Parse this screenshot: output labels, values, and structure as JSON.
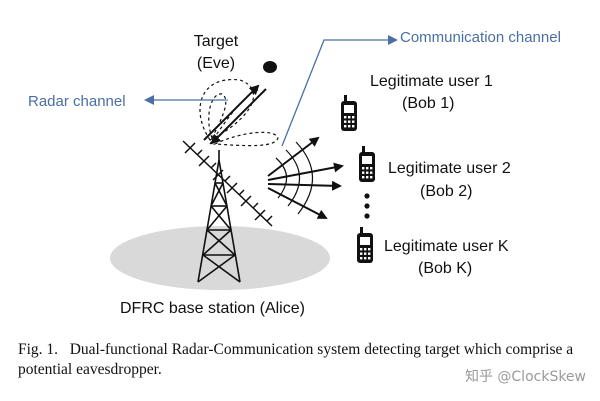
{
  "labels": {
    "target": "Target",
    "target_sub": "(Eve)",
    "radar_channel": "Radar channel",
    "communication_channel": "Communication channel",
    "user1": "Legitimate user 1",
    "user1_sub": "(Bob 1)",
    "user2": "Legitimate user 2",
    "user2_sub": "(Bob 2)",
    "userK": "Legitimate user K",
    "userK_sub": "(Bob K)",
    "base_station": "DFRC base station (Alice)"
  },
  "caption": {
    "prefix": "Fig. 1.",
    "text": "Dual-functional Radar-Communication system detecting target which comprise a potential eavesdropper."
  },
  "watermark": "知乎 @ClockSkew",
  "colors": {
    "blue_arrow": "#4a6fa5",
    "ground": "#d9d9d9"
  }
}
